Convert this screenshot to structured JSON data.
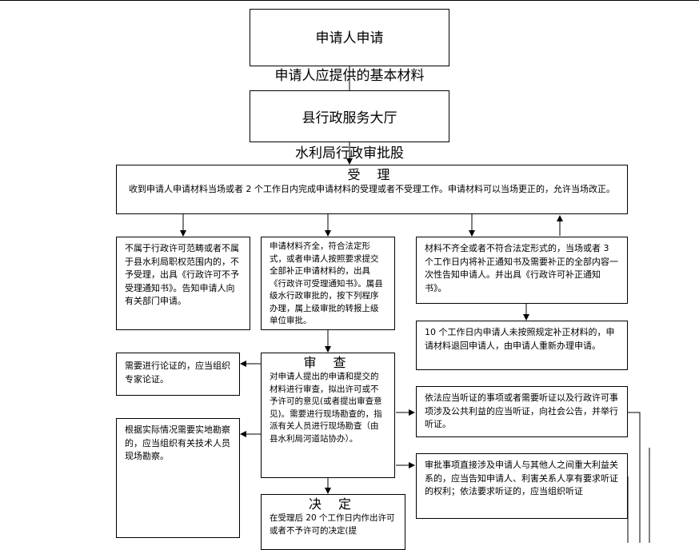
{
  "apply": {
    "line1": "申请人申请",
    "line2": "申请人应提供的基本材料"
  },
  "hall": {
    "line1": "县行政服务大厅",
    "line2": "水利局行政审批股"
  },
  "accept": {
    "title": "受 理",
    "text": "收到申请人申请材料当场或者 2 个工作日内完成申请材料的受理或者不受理工作。申请材料可以当场更正的，允许当场改正。"
  },
  "reject": {
    "text": "不属于行政许可范畴或者不属于县水利局职权范围内的，不予受理，出具《行政许可不予受理通知书》。告知申请人向有关部门申请。"
  },
  "complete": {
    "text": "申请材料齐全，符合法定形式，或者申请人按照要求提交全部补正申请材料的，出具《行政许可受理通知书》。属县级水行政审批的，按下列程序办理，属上级审批的转报上级单位审批。"
  },
  "incomplete": {
    "text": "材料不齐全或者不符合法定形式的，当场或者 3 个工作日内将补正通知书及需要补正的全部内容一次性告知申请人。并出具《行政许可补正通知书》。"
  },
  "returned": {
    "text": "10 个工作日内申请人未按照规定补正材料的，申请材料退回申请人，由申请人重新办理申请。"
  },
  "expert": {
    "text": "需要进行论证的，应当组织专家论证。"
  },
  "survey": {
    "text": "根据实际情况需要实地勘察的，应当组织有关技术人员现场勘察。"
  },
  "review": {
    "title": "审 查",
    "text": "对申请人提出的申请和提交的材料进行审查，拟出许可或不予许可的意见(或者提出审查意见)。需要进行现场勘查的，指派有关人员进行现场勘查（由县水利局河道站协办）。"
  },
  "hearing1": {
    "text": "依法应当听证的事项或者需要听证以及行政许可事项涉及公共利益的应当听证，向社会公告，并举行听证。"
  },
  "hearing2": {
    "text": "审批事项直接涉及申请人与其他人之间重大利益关系的，应当告知申请人、利害关系人享有要求听证的权利；依法要求听证的，应当组织听证"
  },
  "decision": {
    "title": "决 定",
    "text": "在受理后 20 个工作日内作出许可或者不予许可的决定(提"
  }
}
